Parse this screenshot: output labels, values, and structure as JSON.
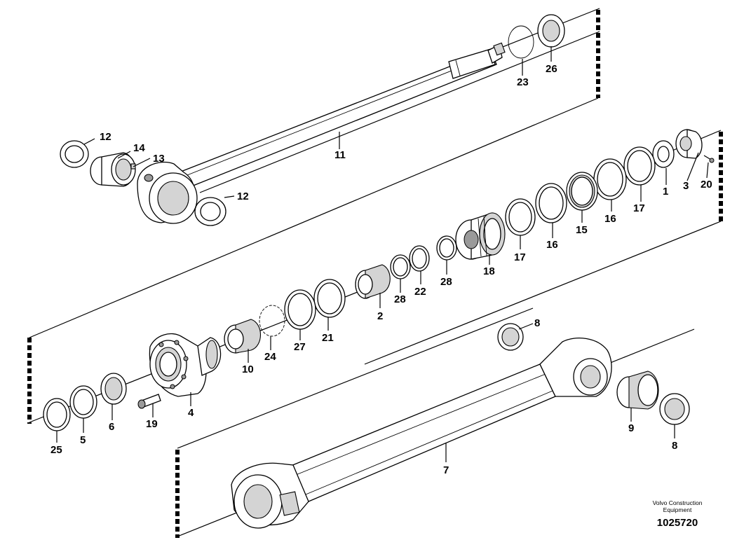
{
  "diagram": {
    "brand_line_1": "Volvo Construction",
    "brand_line_2": "Equipment",
    "drawing_number": "1025720"
  },
  "labels": {
    "p1": "1",
    "p2": "2",
    "p3": "3",
    "p4": "4",
    "p5": "5",
    "p6": "6",
    "p7": "7",
    "p8a": "8",
    "p8b": "8",
    "p9": "9",
    "p10": "10",
    "p11": "11",
    "p12a": "12",
    "p12b": "12",
    "p13": "13",
    "p14": "14",
    "p15": "15",
    "p16a": "16",
    "p16b": "16",
    "p17a": "17",
    "p17b": "17",
    "p18": "18",
    "p19": "19",
    "p20": "20",
    "p21": "21",
    "p22": "22",
    "p23": "23",
    "p24": "24",
    "p25": "25",
    "p26": "26",
    "p27": "27",
    "p28a": "28",
    "p28b": "28"
  }
}
